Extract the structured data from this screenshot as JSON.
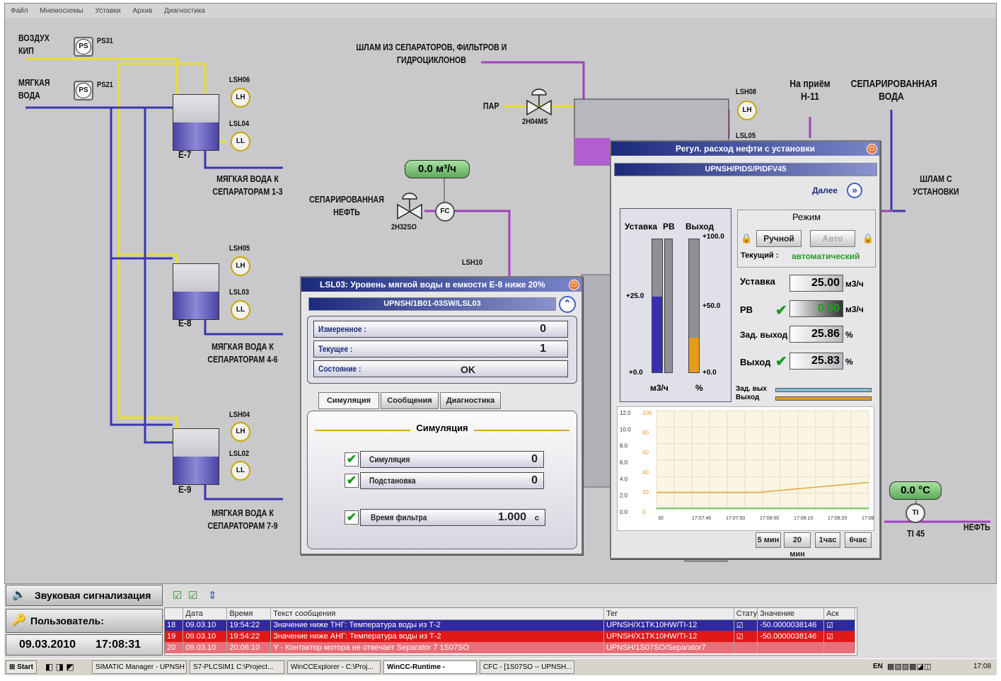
{
  "menu": [
    "Файл",
    "Мнемосхемы",
    "Уставки",
    "Архив",
    "Диагностика"
  ],
  "labels": {
    "air": "ВОЗДУХ КИП",
    "soft_water": "МЯГКАЯ ВОДА",
    "sludge_in": "ШЛАМ ИЗ СЕПАРАТОРОВ, ФИЛЬТРОВ И ГИДРОЦИКЛОНОВ",
    "steam": "ПАР",
    "receive": "На приём Н-11",
    "sep_water": "СЕПАРИРОВАННАЯ ВОДА",
    "sludge_out": "ШЛАМ С УСТАНОВКИ",
    "sep_oil": "СЕПАРИРОВАННАЯ НЕФТЬ",
    "oil": "НЕФТЬ",
    "to_sep_1_3": "МЯГКАЯ ВОДА К СЕПАРАТОРАМ 1-3",
    "to_sep_4_6": "МЯГКАЯ ВОДА К СЕПАРАТОРАМ 4-6",
    "to_sep_7_9": "МЯГКАЯ ВОДА К СЕПАРАТОРАМ 7-9"
  },
  "tags": {
    "ps31": "PS31",
    "ps21": "PS21",
    "lsh06": "LSH06",
    "lsl04": "LSL04",
    "lsh05": "LSH05",
    "lsl03": "LSL03",
    "lsh04": "LSH04",
    "lsl02": "LSL02",
    "lsh08": "LSH08",
    "lsl05": "LSL05",
    "lsh10": "LSH10",
    "v2h04ms": "2H04MS",
    "v2h32so": "2H32SO",
    "ti45": "TI 45",
    "e7": "Е-7",
    "e8": "Е-8",
    "e9": "Е-9"
  },
  "symbols": {
    "ps": "PS",
    "lh": "LH",
    "ll": "LL",
    "fc": "FC",
    "ti": "TI"
  },
  "flow_value": "0.0 м³/ч",
  "temp_value": "0.0 °C",
  "pid": {
    "title": "Регул. расход нефти с установки",
    "path": "UPNSH/PIDS/PIDFV45",
    "next": "Далее",
    "mode_title": "Режим",
    "manual": "Ручной",
    "auto": "Авто",
    "current_label": "Текущий :",
    "current_value": "автоматический",
    "setpoint_label": "Уставка",
    "setpoint": "25.00",
    "pv_label": "РВ",
    "pv": "0.00",
    "zadvyhod_label": "Зад. выход",
    "zadvyhod": "25.86",
    "vyhod_label": "Выход",
    "vyhod": "25.83",
    "unit_flow": "м3/ч",
    "unit_pct": "%",
    "bars_titles": [
      "Уставка",
      "РВ",
      "Выход"
    ],
    "bar_scale_left": [
      "+25.0",
      "+0.0"
    ],
    "bar_scale_right": [
      "+100.0",
      "+50.0",
      "+0.0"
    ],
    "bar_unit_l": "м3/ч",
    "bar_unit_r": "%",
    "legend1": "Зад. вых",
    "legend2": "Выход",
    "chart_yl": [
      "12.0",
      "10.0",
      "8.0",
      "6.0",
      "4.0",
      "2.0",
      "0.0"
    ],
    "chart_yr": [
      "100",
      "80",
      "60",
      "40",
      "20",
      "0"
    ],
    "chart_x": [
      "30",
      "17:07:40",
      "17:07:50",
      "17:08:00",
      "17:08:10",
      "17:08:20",
      "17:08"
    ],
    "ranges": [
      "5 мин",
      "20 мин",
      "1час",
      "6час"
    ],
    "trend": {
      "start": 17.5,
      "end": 27.5
    }
  },
  "alarm": {
    "title": "LSL03: Уровень мягкой воды в емкости Е-8  ниже 20%",
    "path": "UPNSH/1B01-03SW/LSL03",
    "measured_label": "Измеренное :",
    "measured": "0",
    "current_label": "Текущее :",
    "current": "1",
    "state_label": "Состояние :",
    "state": "OK",
    "tabs": [
      "Симуляция",
      "Сообщения",
      "Диагностика"
    ],
    "sim_title": "Симуляция",
    "sim_label": "Симуляция",
    "sim": "0",
    "subst_label": "Подстановка",
    "subst": "0",
    "filter_label": "Время фильтра",
    "filter": "1.000",
    "filter_unit": "с"
  },
  "status": {
    "sound": "Звуковая сигнализация",
    "user": "Пользователь:",
    "date": "09.03.2010",
    "time": "17:08:31"
  },
  "alarm_table": {
    "headers": [
      "",
      "Дата",
      "Время",
      "Текст сообщения",
      "Тег",
      "Стату",
      "Значение",
      "Аск"
    ],
    "rows": [
      [
        "18",
        "09.03.10",
        "19:54:22",
        "Значение ниже ТНГ: Температура воды из Т-2",
        "UPNSH/X1TK10HW/TI-12",
        "☑",
        "-50.0000038146",
        "☑"
      ],
      [
        "19",
        "09.03.10",
        "19:54:22",
        "Значение ниже АНГ: Температура воды из Т-2",
        "UPNSH/X1TK10HW/TI-12",
        "☑",
        "-50.0000038146",
        "☑"
      ],
      [
        "20",
        "09.03.10",
        "20:06:10",
        "Y - Контактор мотора не отвечает  Separator 7 1S07SO",
        "UPNSH/1S07SO/Separator7",
        "",
        "",
        " "
      ]
    ],
    "row_colors": [
      "#2d2aa0",
      "#e01818",
      "#e9707a"
    ]
  },
  "taskbar": {
    "start": "Start",
    "items": [
      "SIMATIC Manager - UPNSH",
      "S7-PLCSIM1   C:\\Project...",
      "WinCCExplorer - C:\\Proj...",
      "WinCC-Runtime -",
      "CFC - [1S07SO -- UPNSH..."
    ],
    "lang": "EN",
    "clock": "17:08"
  },
  "colors": {
    "soft_water_pipe": "#3a36b0",
    "air_pipe": "#e9e02a",
    "sludge_pipe": "#a040c0",
    "oil_pipe": "#a040c0"
  }
}
